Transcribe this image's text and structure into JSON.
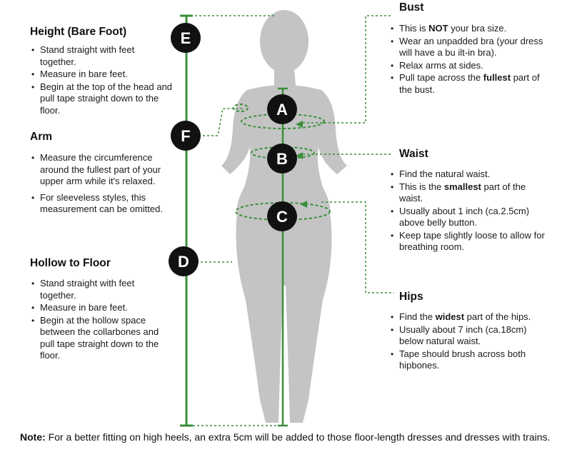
{
  "height_section": {
    "title": "Height (Bare Foot)",
    "bullets": [
      "Stand straight with feet together.",
      "Measure in bare feet.",
      "Begin at the top of the head and pull tape straight down to the floor."
    ]
  },
  "arm_section": {
    "title": "Arm",
    "bullets": [
      "Measure the circumference around the fullest part of your upper arm while it's relaxed.",
      "For sleeveless styles, this measurement can be omitted."
    ]
  },
  "hollow_section": {
    "title": "Hollow to Floor",
    "bullets": [
      "Stand straight with feet together.",
      "Measure in bare feet.",
      "Begin at the hollow space between the collarbones and pull tape straight down to the floor."
    ]
  },
  "bust_section": {
    "title": "Bust",
    "b1_pre": "This is ",
    "b1_bold": "NOT",
    "b1_post": " your bra size.",
    "b2": "Wear an unpadded bra (your dress will have a bu ilt-in bra).",
    "b3": "Relax arms at sides.",
    "b4_pre": "Pull tape across the ",
    "b4_bold": "fullest",
    "b4_post": " part of the bust."
  },
  "waist_section": {
    "title": "Waist",
    "b1": "Find the natural waist.",
    "b2_pre": "This is the ",
    "b2_bold": "smallest",
    "b2_post": " part of the waist.",
    "b3": "Usually about 1 inch (ca.2.5cm) above belly button.",
    "b4": "Keep tape slightly loose to allow for breathing room."
  },
  "hips_section": {
    "title": "Hips",
    "b1_pre": "Find the ",
    "b1_bold": "widest",
    "b1_post": " part of the hips.",
    "b2": "Usually about 7 inch (ca.18cm) below natural waist.",
    "b3": "Tape should brush across both hipbones."
  },
  "markers": {
    "a": "A",
    "b": "B",
    "c": "C",
    "d": "D",
    "e": "E",
    "f": "F"
  },
  "note": {
    "label": "Note:",
    "text": " For a better fitting on high heels, an extra 5cm will be added to those floor-length dresses and dresses with trains."
  },
  "colors": {
    "tape": "#3a8f3a",
    "silhouette": "#c4c4c4",
    "marker": "#111111"
  }
}
